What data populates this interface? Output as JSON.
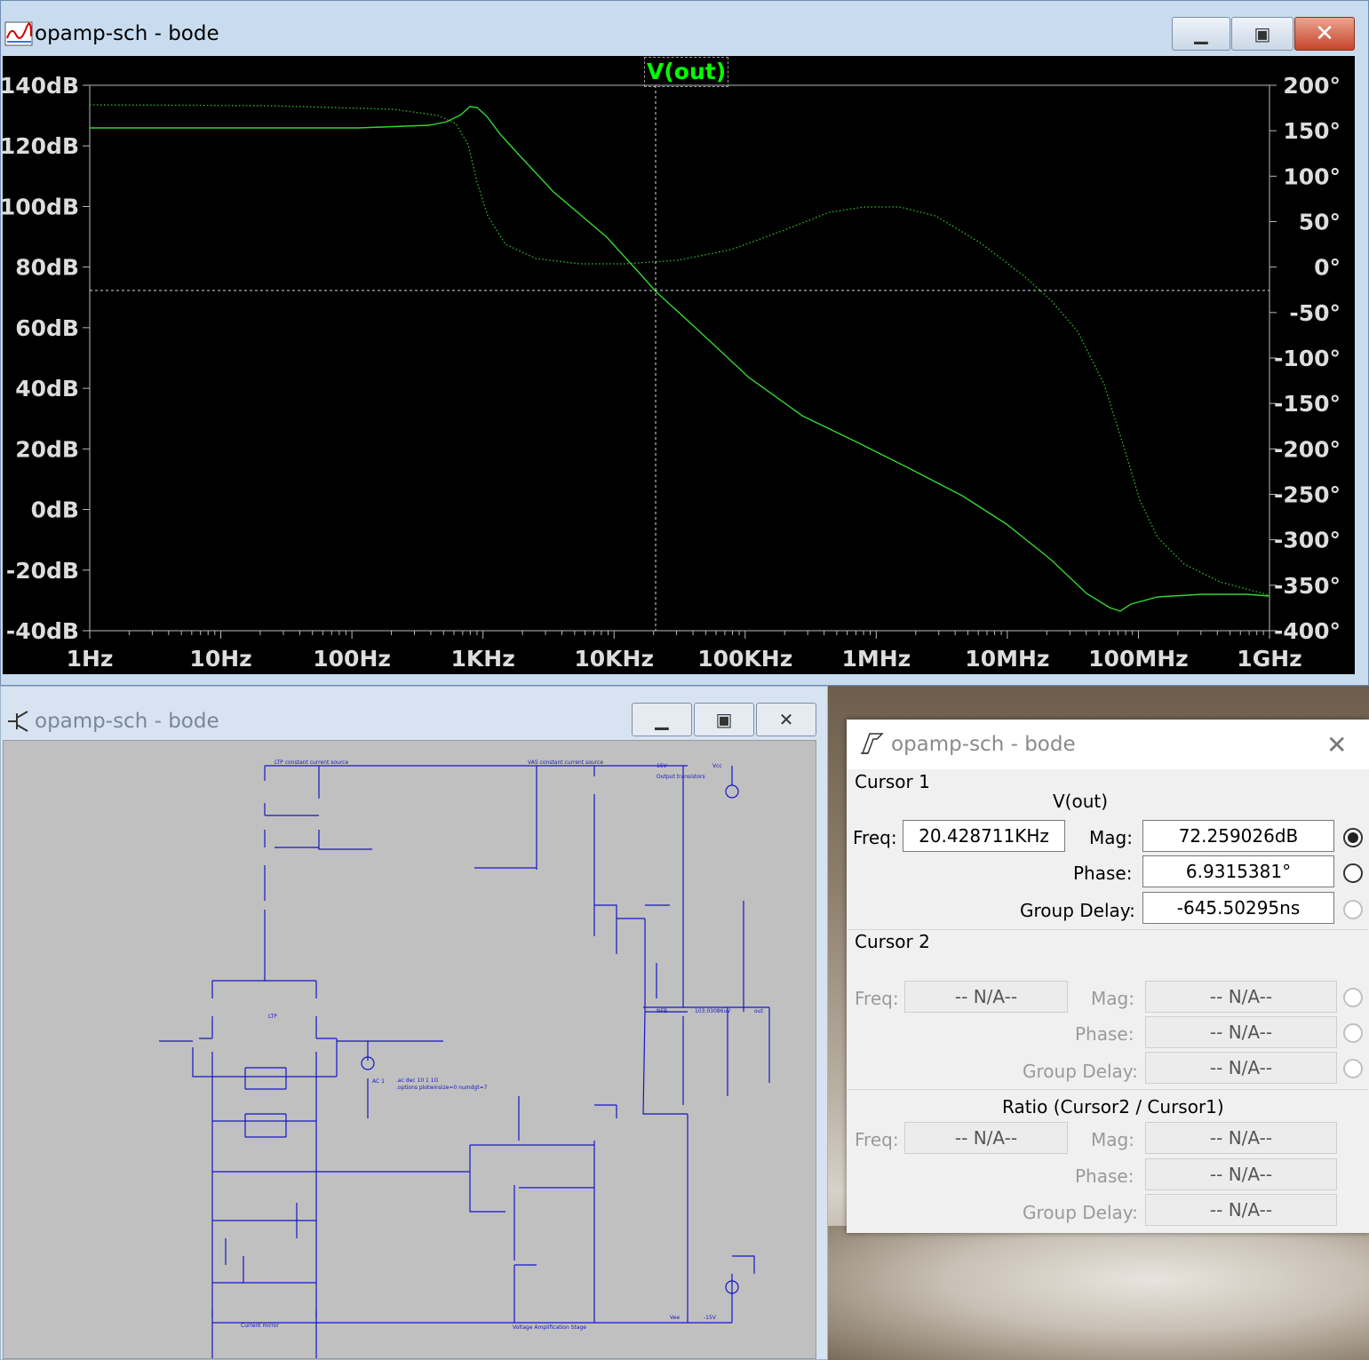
{
  "bode_window": {
    "title": "opamp-sch - bode",
    "trace_label": "V(out)",
    "left_axis": [
      "140dB",
      "120dB",
      "100dB",
      "80dB",
      "60dB",
      "40dB",
      "20dB",
      "0dB",
      "-20dB",
      "-40dB"
    ],
    "right_axis": [
      "200°",
      "150°",
      "100°",
      "50°",
      "0°",
      "-50°",
      "-100°",
      "-150°",
      "-200°",
      "-250°",
      "-300°",
      "-350°",
      "-400°"
    ],
    "x_axis": [
      "1Hz",
      "10Hz",
      "100Hz",
      "1KHz",
      "10KHz",
      "100KHz",
      "1MHz",
      "10MHz",
      "100MHz",
      "1GHz"
    ]
  },
  "schematic_window": {
    "title": "opamp-sch - bode",
    "labels": {
      "ltp_ccs": "LTP constant current source",
      "vas_ccs": "VAS constant current source",
      "output_tr": "Output transistors",
      "ltp": "LTP",
      "nfb": "NFB",
      "out": "out",
      "cm": "Current mirror",
      "vas": "Voltage Amplification Stage",
      "vcc": "Vcc",
      "vee": "Vee",
      "v15": "15V",
      "vm15": "-15V",
      "sim_cmd": ".ac dec 10 1 1G",
      "sim_opt": ".options plotwinsize=0 numdgt=7",
      "ac1": "AC 1",
      "nfb_v": "103.03086uV"
    }
  },
  "cursor_dialog": {
    "title": "opamp-sch - bode",
    "cursor1": {
      "header": "Cursor 1",
      "trace": "V(out)",
      "freq_label": "Freq:",
      "freq": "20.428711KHz",
      "mag_label": "Mag:",
      "mag": "72.259026dB",
      "phase_label": "Phase:",
      "phase": "6.9315381°",
      "gd_label": "Group Delay:",
      "gd": "-645.50295ns"
    },
    "cursor2": {
      "header": "Cursor 2",
      "freq_label": "Freq:",
      "freq": "-- N/A--",
      "mag_label": "Mag:",
      "mag": "-- N/A--",
      "phase_label": "Phase:",
      "phase": "-- N/A--",
      "gd_label": "Group Delay:",
      "gd": "-- N/A--"
    },
    "ratio": {
      "header": "Ratio (Cursor2 / Cursor1)",
      "freq_label": "Freq:",
      "freq": "-- N/A--",
      "mag_label": "Mag:",
      "mag": "-- N/A--",
      "phase_label": "Phase:",
      "phase": "-- N/A--",
      "gd_label": "Group Delay:",
      "gd": "-- N/A--"
    }
  },
  "colors": {
    "trace": "#00ff00",
    "schematic_wire": "#0000cc",
    "plot_bg": "#000000"
  }
}
